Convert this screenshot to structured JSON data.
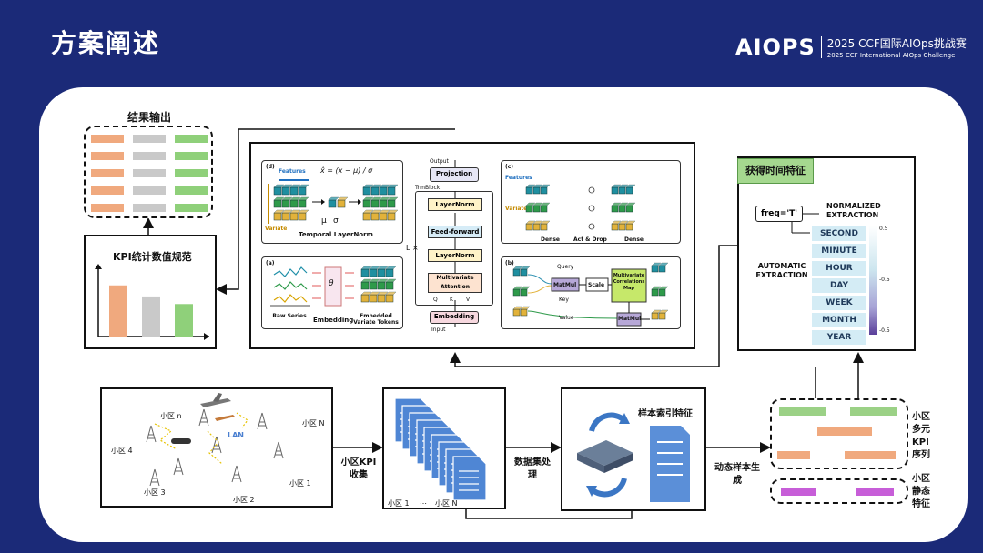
{
  "slide": {
    "title": "方案阐述"
  },
  "logo": {
    "mark": "AIOPS",
    "line1": "2025 CCF国际AIOps挑战赛",
    "line2": "2025 CCF International AIOps Challenge"
  },
  "result": {
    "title": "结果输出",
    "colors": [
      "#f0a97e",
      "#c9c9c9",
      "#8fd07a"
    ]
  },
  "kpi_norm": {
    "title": "KPI统计数值规范",
    "bars": [
      {
        "color": "#f0a97e",
        "level": 0.74
      },
      {
        "color": "#c9c9c9",
        "level": 0.58
      },
      {
        "color": "#8fd07a",
        "level": 0.47
      }
    ]
  },
  "model": {
    "panel_d": {
      "tag": "(d)",
      "features": "Features",
      "variate": "Variate",
      "formula": "x̂ = (x − μ) / σ",
      "mu": "μ",
      "sigma": "σ",
      "caption": "Temporal LayerNorm"
    },
    "panel_a": {
      "tag": "(a)",
      "raw": "Raw Series",
      "theta": "θ",
      "embedding": "Embedding",
      "tokens": "Embedded Variate Tokens"
    },
    "center": {
      "output": "Output",
      "projection": "Projection",
      "trmblock": "TrmBlock",
      "layernorm": "LayerNorm",
      "feedforward": "Feed-forward",
      "layernorm2": "LayerNorm",
      "attention": "Multivariate Attention",
      "q": "Q",
      "k": "K",
      "v": "V",
      "embedding": "Embedding",
      "input": "Input",
      "lx": "L ×"
    },
    "panel_c": {
      "tag": "(c)",
      "features": "Features",
      "variate": "Variate",
      "dense1": "Dense",
      "act": "Act & Drop",
      "dense2": "Dense"
    },
    "panel_b": {
      "tag": "(b)",
      "query": "Query",
      "key": "Key",
      "value": "Value",
      "matmul1": "MatMul",
      "scale": "Scale",
      "corr": "Multivariate Correlations Map",
      "matmul2": "MatMul"
    }
  },
  "time_feat": {
    "title": "获得时间特征",
    "freq": "freq='T'",
    "normalized": "NORMALIZED EXTRACTION",
    "automatic": "AUTOMATIC EXTRACTION",
    "periods": [
      "SECOND",
      "MINUTE",
      "HOUR",
      "DAY",
      "WEEK",
      "MONTH",
      "YEAR"
    ],
    "scale_ticks": [
      "0.5",
      "-0.5",
      "-0.5"
    ]
  },
  "cells": {
    "n": "小区 n",
    "N": "小区 N",
    "four": "小区 4",
    "lan": "LAN",
    "three": "小区 3",
    "two": "小区 2",
    "one": "小区 1"
  },
  "collect": {
    "label": "小区KPI收集"
  },
  "docs": {
    "first": "小区 1",
    "dots": "…",
    "last": "小区 N"
  },
  "dataset": {
    "label": "数据集处理"
  },
  "sample_index": {
    "label": "样本索引特征"
  },
  "dynamic": {
    "label": "动态样本生成"
  },
  "kpi_seq": {
    "label": "小区多元KPI序列"
  },
  "static_feat": {
    "label": "小区静态特征"
  }
}
